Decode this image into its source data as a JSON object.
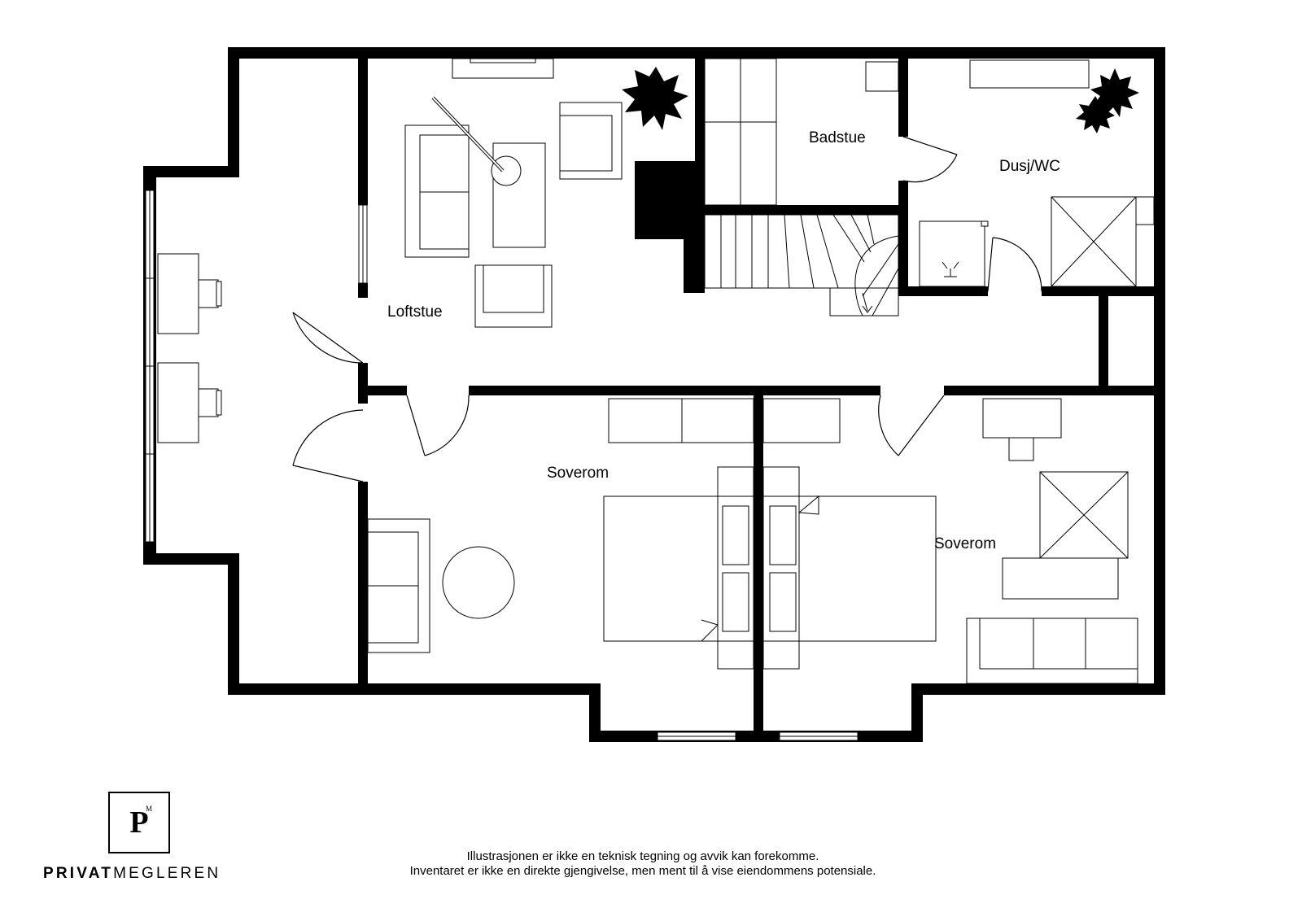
{
  "rooms": {
    "loftstue": "Loftstue",
    "badstue": "Badstue",
    "dusj_wc": "Dusj/WC",
    "soverom_left": "Soverom",
    "soverom_right": "Soverom"
  },
  "brand": {
    "logo_letter": "P",
    "logo_mark": "M",
    "name_bold": "PRIVAT",
    "name_light": "MEGLEREN"
  },
  "disclaimer": {
    "line1": "Illustrasjonen er ikke en teknisk tegning og avvik kan forekomme.",
    "line2": "Inventaret er ikke en direkte gjengivelse, men ment til å vise eiendommens potensiale."
  }
}
